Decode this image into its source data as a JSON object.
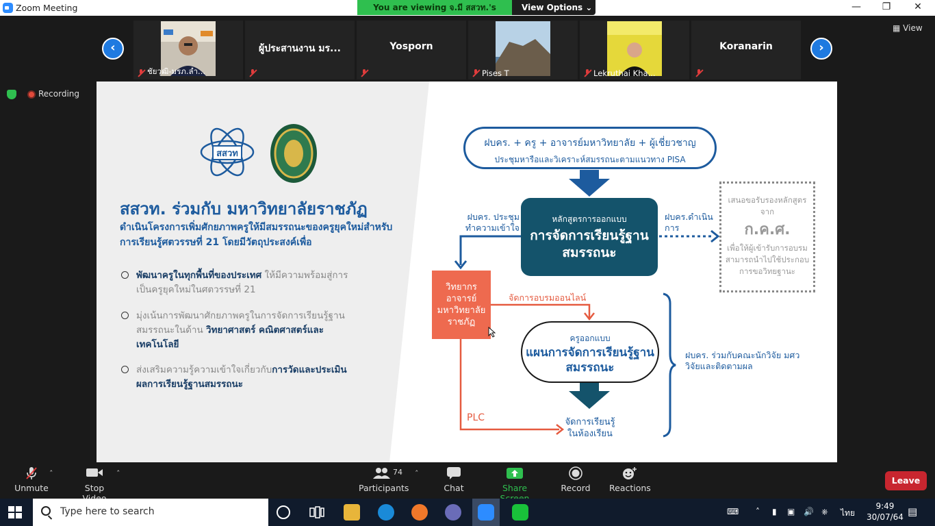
{
  "window": {
    "title": "Zoom Meeting"
  },
  "banner": {
    "viewing": "You are viewing จ.มี สสวท.'s screen",
    "view_options": "View Options ⌄"
  },
  "gallery": {
    "tiles": [
      {
        "name": "",
        "label": "ชัยวุฒิ-มรภ.ลำ..."
      },
      {
        "name": "ผู้ประสานงาน มร...",
        "label": ""
      },
      {
        "name": "Yosporn",
        "label": ""
      },
      {
        "name": "",
        "label": "Pises T"
      },
      {
        "name": "",
        "label": "Lekruthai Kha..."
      },
      {
        "name": "Koranarin",
        "label": ""
      }
    ],
    "view_label": "View"
  },
  "recording": {
    "label": "Recording"
  },
  "slide": {
    "logo_text": "สสวท",
    "title": "สสวท. ร่วมกับ มหาวิทยาลัยราชภัฏ",
    "subtitle": "ดำเนินโครงการเพิ่มศักยภาพครูให้มีสมรรถนะของครูยุคใหม่สำหรับการเรียนรู้ศตวรรษที่ 21 โดยมีวัตถุประสงค์เพื่อ",
    "bullets": [
      {
        "bold": "พัฒนาครูในทุกพื้นที่ของประเทศ",
        "rest": " ให้มีความพร้อมสู่การเป็นครูยุคใหม่ในศตวรรษที่ 21"
      },
      {
        "pre": "มุ่งเน้นการพัฒนาศักยภาพครูในการจัดการเรียนรู้ฐานสมรรถนะในด้าน ",
        "bold": "วิทยาศาสตร์ คณิตศาสตร์และเทคโนโลยี"
      },
      {
        "pre": "ส่งเสริมความรู้ความเข้าใจเกี่ยวกับ",
        "bold": "การวัดและประเมินผลการเรียนรู้ฐานสมรรถนะ"
      }
    ],
    "top_pill": {
      "l1": "ฝบคร. + ครู + อาจารย์มหาวิทยาลัย + ผู้เชี่ยวชาญ",
      "l2": "ประชุมหารือและวิเคราะห์สมรรถนะตามแนวทาง PISA"
    },
    "teal": {
      "s1": "หลักสูตรการออกแบบ",
      "s2": "การจัดการเรียนรู้ฐานสมรรถนะ"
    },
    "left_label": "ฝบคร. ประชุมทำความเข้าใจ",
    "right_label": "ฝบคร.ดำเนินการ",
    "orange": "วิทยากรอาจารย์มหาวิทยาลัยราชภัฏ",
    "online": "จัดการอบรมออนไลน์",
    "mid_pill": {
      "s1": "ครูออกแบบ",
      "s2": "แผนการจัดการเรียนรู้ฐานสมรรถนะ"
    },
    "dash_box": {
      "l1": "เสนอขอรับรองหลักสูตรจาก",
      "big": "ก.ค.ศ.",
      "l2": "เพื่อให้ผู้เข้ารับการอบรมสามารถนำไปใช้ประกอบการขอวิทยฐานะ"
    },
    "brace_label": "ฝบคร. ร่วมกับคณะนักวิจัย มศว วิจัยและติดตามผล",
    "plc": "PLC",
    "bottom": "จัดการเรียนรู้ในห้องเรียน"
  },
  "toolbar": {
    "unmute": "Unmute",
    "stop_video": "Stop Video",
    "participants": "Participants",
    "participants_count": "74",
    "chat": "Chat",
    "share": "Share Screen",
    "record": "Record",
    "reactions": "Reactions",
    "leave": "Leave"
  },
  "taskbar": {
    "search_placeholder": "Type here to search",
    "lang": "ไทย",
    "time": "9:49",
    "date": "30/07/64"
  },
  "colors": {
    "zoom_blue": "#2d8cff",
    "green": "#2fbf4f",
    "leave_red": "#c8262f",
    "slide_blue": "#1d5b9e",
    "teal": "#14536b",
    "orange": "#ee6a4f"
  }
}
